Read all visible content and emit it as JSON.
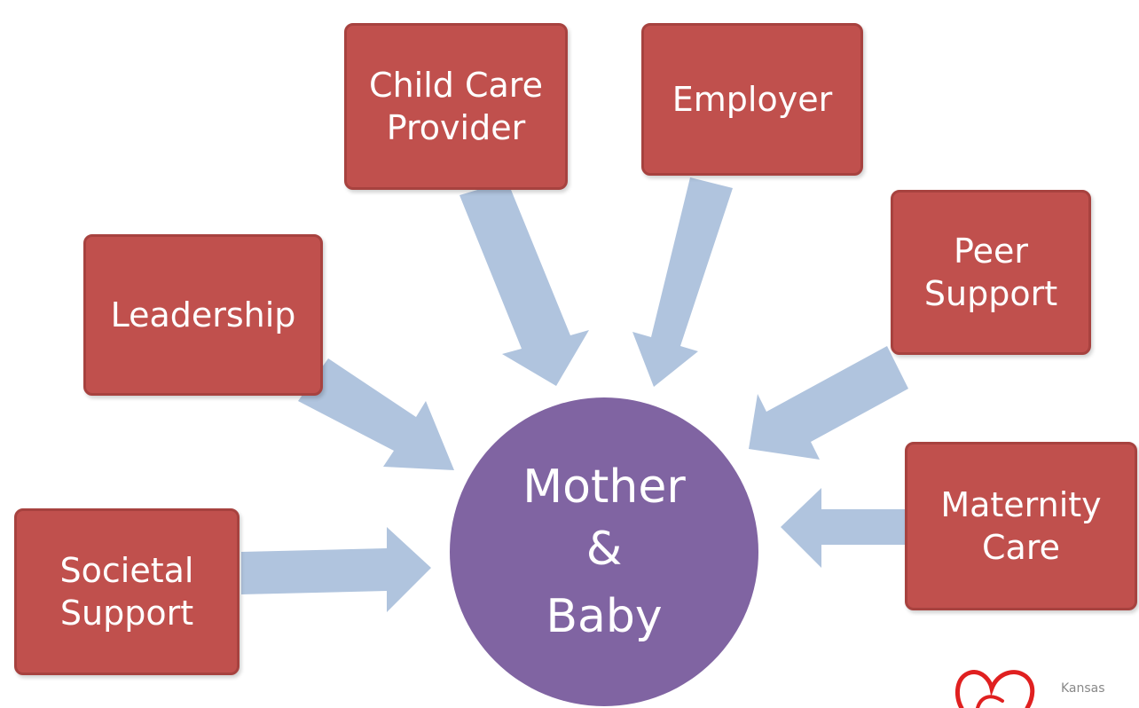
{
  "diagram": {
    "center": {
      "line1": "Mother",
      "line2": "&",
      "line3": "Baby"
    },
    "nodes": {
      "child_care": [
        "Child Care",
        "Provider"
      ],
      "employer": [
        "Employer"
      ],
      "leadership": [
        "Leadership"
      ],
      "peer_support": [
        "Peer",
        "Support"
      ],
      "maternity_care": [
        "Maternity",
        "Care"
      ],
      "societal_support": [
        "Societal",
        "Support"
      ]
    },
    "colors": {
      "box_fill": "#c0504d",
      "circle_fill": "#8064a2",
      "arrow_fill": "#b0c4de"
    }
  },
  "logo": {
    "text": "Kansas",
    "icon": "heart-logo-icon"
  }
}
